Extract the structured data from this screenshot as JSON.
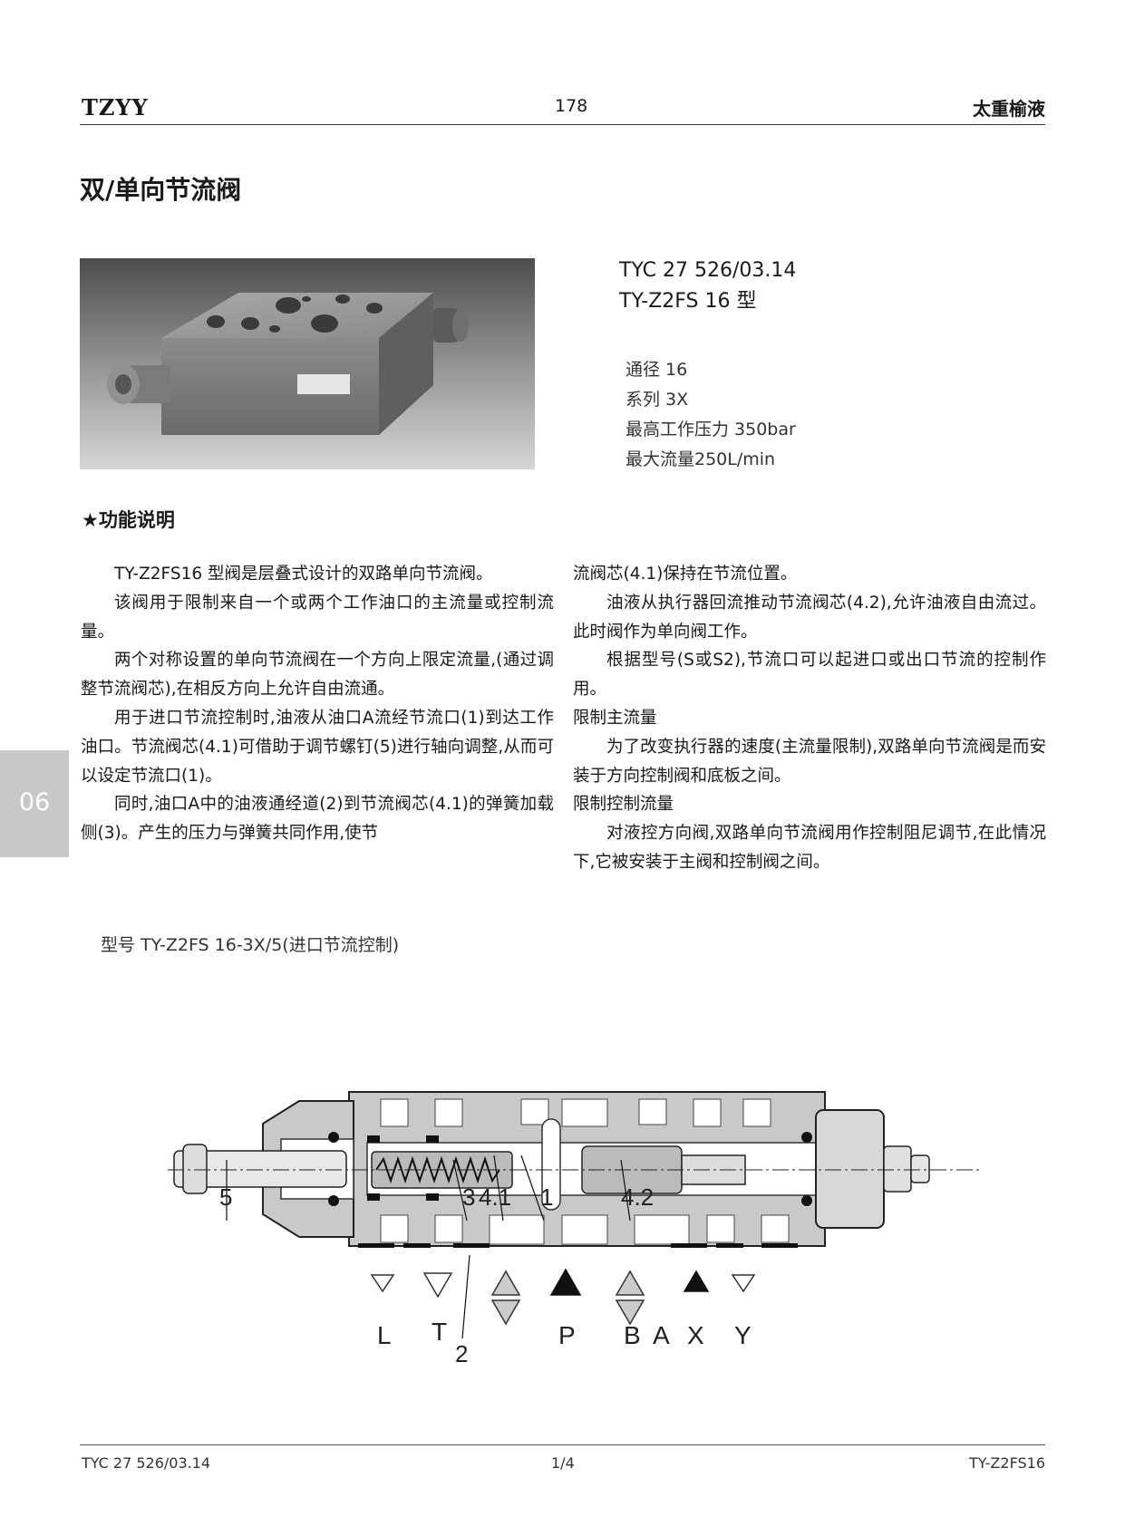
{
  "header": {
    "brand": "TZYY",
    "page_number": "178",
    "company": "太重榆液"
  },
  "title": "双/单向节流阀",
  "spec": {
    "code": "TYC 27 526/03.14",
    "model": "TY-Z2FS 16 型",
    "items": [
      "通径 16",
      "系列 3X",
      "最高工作压力 350bar",
      "最大流量250L/min"
    ]
  },
  "section_title": "★功能说明",
  "body_left": [
    "TY-Z2FS16 型阀是层叠式设计的双路单向节流阀。",
    "该阀用于限制来自一个或两个工作油口的主流量或控制流量。",
    "两个对称设置的单向节流阀在一个方向上限定流量,(通过调整节流阀芯),在相反方向上允许自由流通。",
    "用于进口节流控制时,油液从油口A流经节流口(1)到达工作油口。节流阀芯(4.1)可借助于调节螺钉(5)进行轴向调整,从而可以设定节流口(1)。",
    "同时,油口A中的油液通经道(2)到节流阀芯(4.1)的弹簧加载侧(3)。产生的压力与弹簧共同作用,使节"
  ],
  "body_right": [
    "流阀芯(4.1)保持在节流位置。",
    "油液从执行器回流推动节流阀芯(4.2),允许油液自由流过。此时阀作为单向阀工作。",
    "根据型号(S或S2),节流口可以起进口或出口节流的控制作用。",
    "限制主流量",
    "为了改变执行器的速度(主流量限制),双路单向节流阀是而安装于方向控制阀和底板之间。",
    "限制控制流量",
    "对液控方向阀,双路单向节流阀用作控制阻尼调节,在此情况下,它被安装于主阀和控制阀之间。"
  ],
  "side_tab": "06",
  "figure": {
    "caption": "型号 TY-Z2FS 16-3X/5(进口节流控制)",
    "callouts": {
      "c5": "5",
      "c3": "3",
      "c41": "4.1",
      "c1": "1",
      "c42": "4.2",
      "c2": "2"
    },
    "ports": {
      "L": "L",
      "T": "T",
      "P": "P",
      "B": "B",
      "A": "A",
      "X": "X",
      "Y": "Y"
    }
  },
  "footer": {
    "left": "TYC 27 526/03.14",
    "center": "1/4",
    "right": "TY-Z2FS16"
  },
  "colors": {
    "body_gray": "#c9c9c9",
    "tab_gray": "#c8c8c8",
    "rule": "#333333"
  }
}
